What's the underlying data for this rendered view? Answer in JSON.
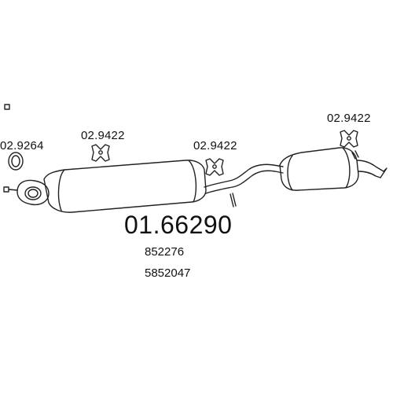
{
  "parts": {
    "gasket_ring": {
      "code": "02.9264"
    },
    "hanger_front": {
      "code": "02.9422"
    },
    "hanger_middle": {
      "code": "02.9422"
    },
    "hanger_rear": {
      "code": "02.9422"
    }
  },
  "main_part_number": "01.66290",
  "reference_numbers": [
    "852276",
    "5852047"
  ],
  "colors": {
    "line": "#222222",
    "background": "#ffffff"
  }
}
